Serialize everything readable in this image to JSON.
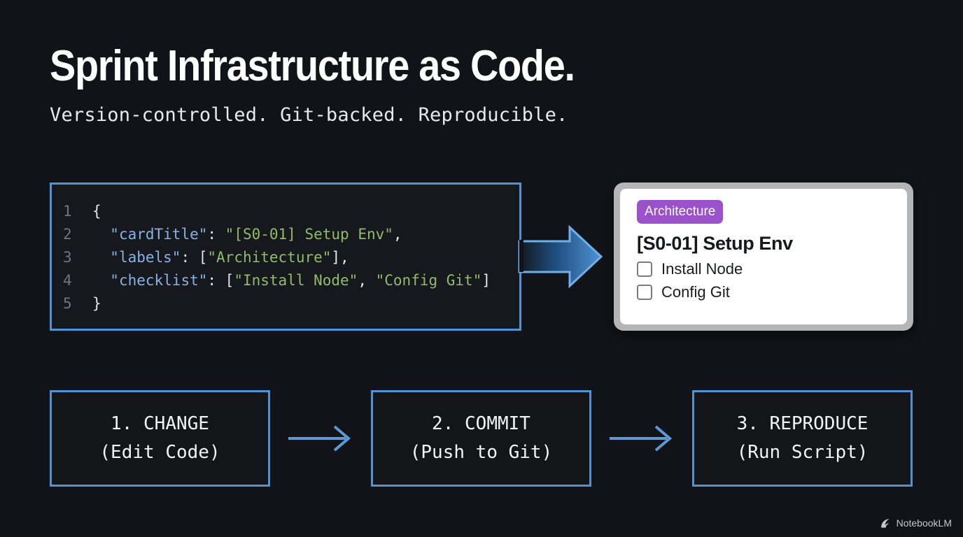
{
  "slide": {
    "title": "Sprint Infrastructure as Code.",
    "subtitle": "Version-controlled. Git-backed. Reproducible.",
    "background_color": "#111318",
    "accent_color": "#4f93d4"
  },
  "code_block": {
    "language": "json",
    "line_numbers": [
      "1",
      "2",
      "3",
      "4",
      "5"
    ],
    "lines": [
      {
        "num": "1",
        "tokens": [
          {
            "t": "{",
            "k": "punc"
          }
        ]
      },
      {
        "num": "2",
        "tokens": [
          {
            "t": "  ",
            "k": "punc"
          },
          {
            "t": "\"cardTitle\"",
            "k": "key"
          },
          {
            "t": ": ",
            "k": "punc"
          },
          {
            "t": "\"[S0-01] Setup Env\"",
            "k": "str"
          },
          {
            "t": ",",
            "k": "punc"
          }
        ]
      },
      {
        "num": "3",
        "tokens": [
          {
            "t": "  ",
            "k": "punc"
          },
          {
            "t": "\"labels\"",
            "k": "key"
          },
          {
            "t": ": [",
            "k": "punc"
          },
          {
            "t": "\"Architecture\"",
            "k": "str"
          },
          {
            "t": "],",
            "k": "punc"
          }
        ]
      },
      {
        "num": "4",
        "tokens": [
          {
            "t": "  ",
            "k": "punc"
          },
          {
            "t": "\"checklist\"",
            "k": "key"
          },
          {
            "t": ": [",
            "k": "punc"
          },
          {
            "t": "\"Install Node\"",
            "k": "str"
          },
          {
            "t": ", ",
            "k": "punc"
          },
          {
            "t": "\"Config Git\"",
            "k": "str"
          },
          {
            "t": "]",
            "k": "punc"
          }
        ]
      },
      {
        "num": "5",
        "tokens": [
          {
            "t": "}",
            "k": "punc"
          }
        ]
      }
    ],
    "colors": {
      "key": "#87b2e4",
      "string": "#8fbc6b",
      "punctuation": "#e6e6e6",
      "line_number": "#6e7681",
      "background": "#16181d",
      "border": "#4f93d4"
    }
  },
  "card": {
    "badge": "Architecture",
    "badge_color": "#9b51c9",
    "title": "[S0-01] Setup Env",
    "checklist": [
      {
        "label": "Install Node",
        "checked": false
      },
      {
        "label": "Config Git",
        "checked": false
      }
    ],
    "frame_color": "#b5b5b7",
    "background": "#ffffff"
  },
  "steps": [
    {
      "line1": "1. CHANGE",
      "line2": "(Edit Code)"
    },
    {
      "line1": "2. COMMIT",
      "line2": "(Push to Git)"
    },
    {
      "line1": "3. REPRODUCE",
      "line2": "(Run Script)"
    }
  ],
  "watermark": {
    "label": "NotebookLM",
    "icon": "notebooklm-logo-icon"
  }
}
